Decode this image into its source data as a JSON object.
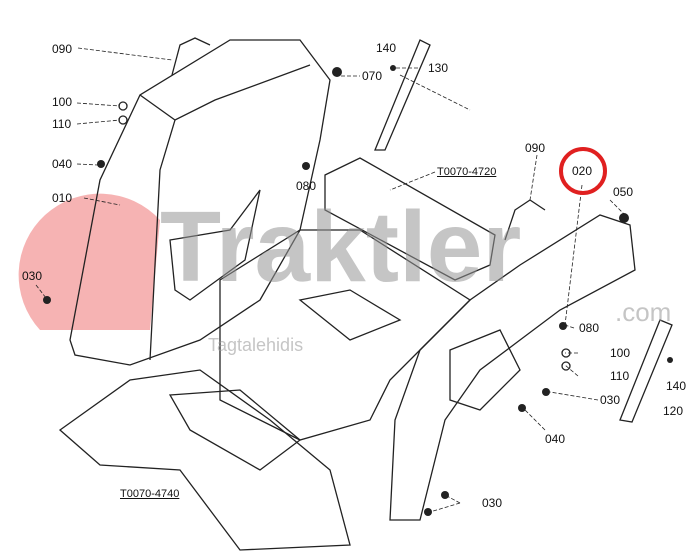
{
  "watermark": {
    "brand": "Traktler",
    "domain": ".com",
    "tagline": "Tagtalehidis",
    "accent": "#f08080"
  },
  "highlight": {
    "part": "020",
    "color": "#e02020"
  },
  "labels": {
    "p090a": "090",
    "p140a": "140",
    "p130": "130",
    "p070": "070",
    "p100a": "100",
    "p110a": "110",
    "p040a": "040",
    "p080a": "080",
    "ref4720": "T0070-4720",
    "p090b": "090",
    "p020": "020",
    "p050": "050",
    "p010": "010",
    "p030a": "030",
    "p080b": "080",
    "p100b": "100",
    "p110b": "110",
    "p140b": "140",
    "p030b": "030",
    "p040b": "040",
    "p120": "120",
    "ref4740": "T0070-4740",
    "p030c": "030"
  }
}
